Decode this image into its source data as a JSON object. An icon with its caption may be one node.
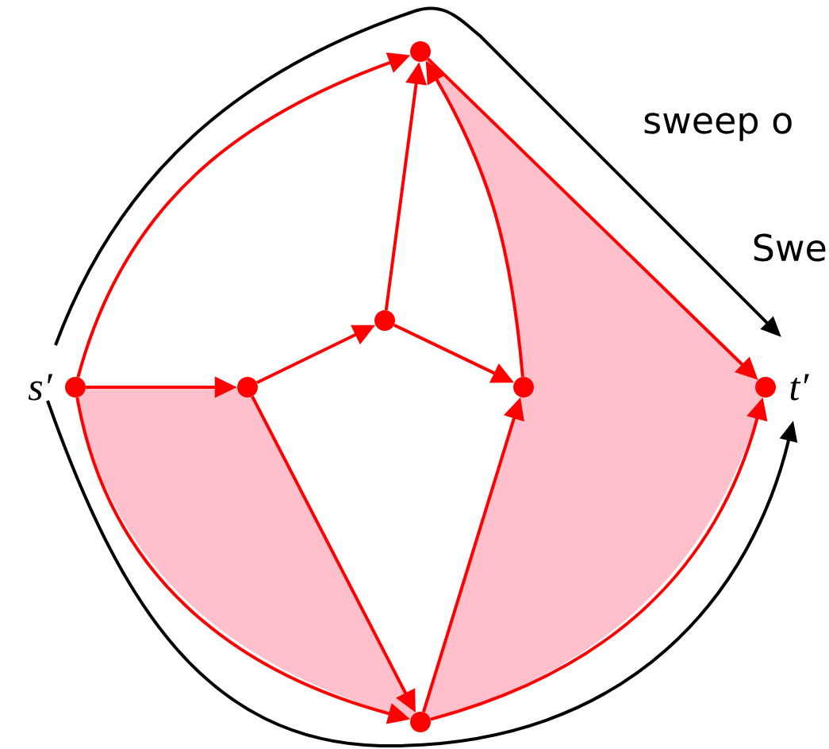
{
  "diagram": {
    "nodes": [
      {
        "text": [],
        "shape": "circle",
        "beside": [
          "s′"
        ]
      },
      {
        "text": [],
        "shape": "circle"
      },
      {
        "text": [],
        "shape": "circle"
      },
      {
        "text": [],
        "shape": "circle"
      },
      {
        "text": [],
        "shape": "circle"
      },
      {
        "text": [],
        "shape": "circle",
        "beside": [
          "t′"
        ]
      },
      {
        "text": [],
        "shape": "circle"
      }
    ],
    "edges": [
      {
        "from": 0,
        "to": 3,
        "arrow": "to"
      },
      {
        "from": 0,
        "to": 1,
        "arrow": "to"
      },
      {
        "from": 1,
        "to": 2,
        "arrow": "to"
      },
      {
        "from": 2,
        "to": 3,
        "arrow": "to"
      },
      {
        "from": 2,
        "to": 4,
        "arrow": "to"
      },
      {
        "from": 4,
        "to": 3,
        "arrow": "to"
      },
      {
        "from": 3,
        "to": 5,
        "arrow": "to"
      },
      {
        "from": 1,
        "to": 6,
        "arrow": "to"
      },
      {
        "from": 0,
        "to": 6,
        "arrow": "to"
      },
      {
        "from": 6,
        "to": 4,
        "arrow": "to"
      },
      {
        "from": 6,
        "to": 5,
        "arrow": "to"
      }
    ],
    "labels": [
      "sweep o",
      "Swe"
    ]
  }
}
